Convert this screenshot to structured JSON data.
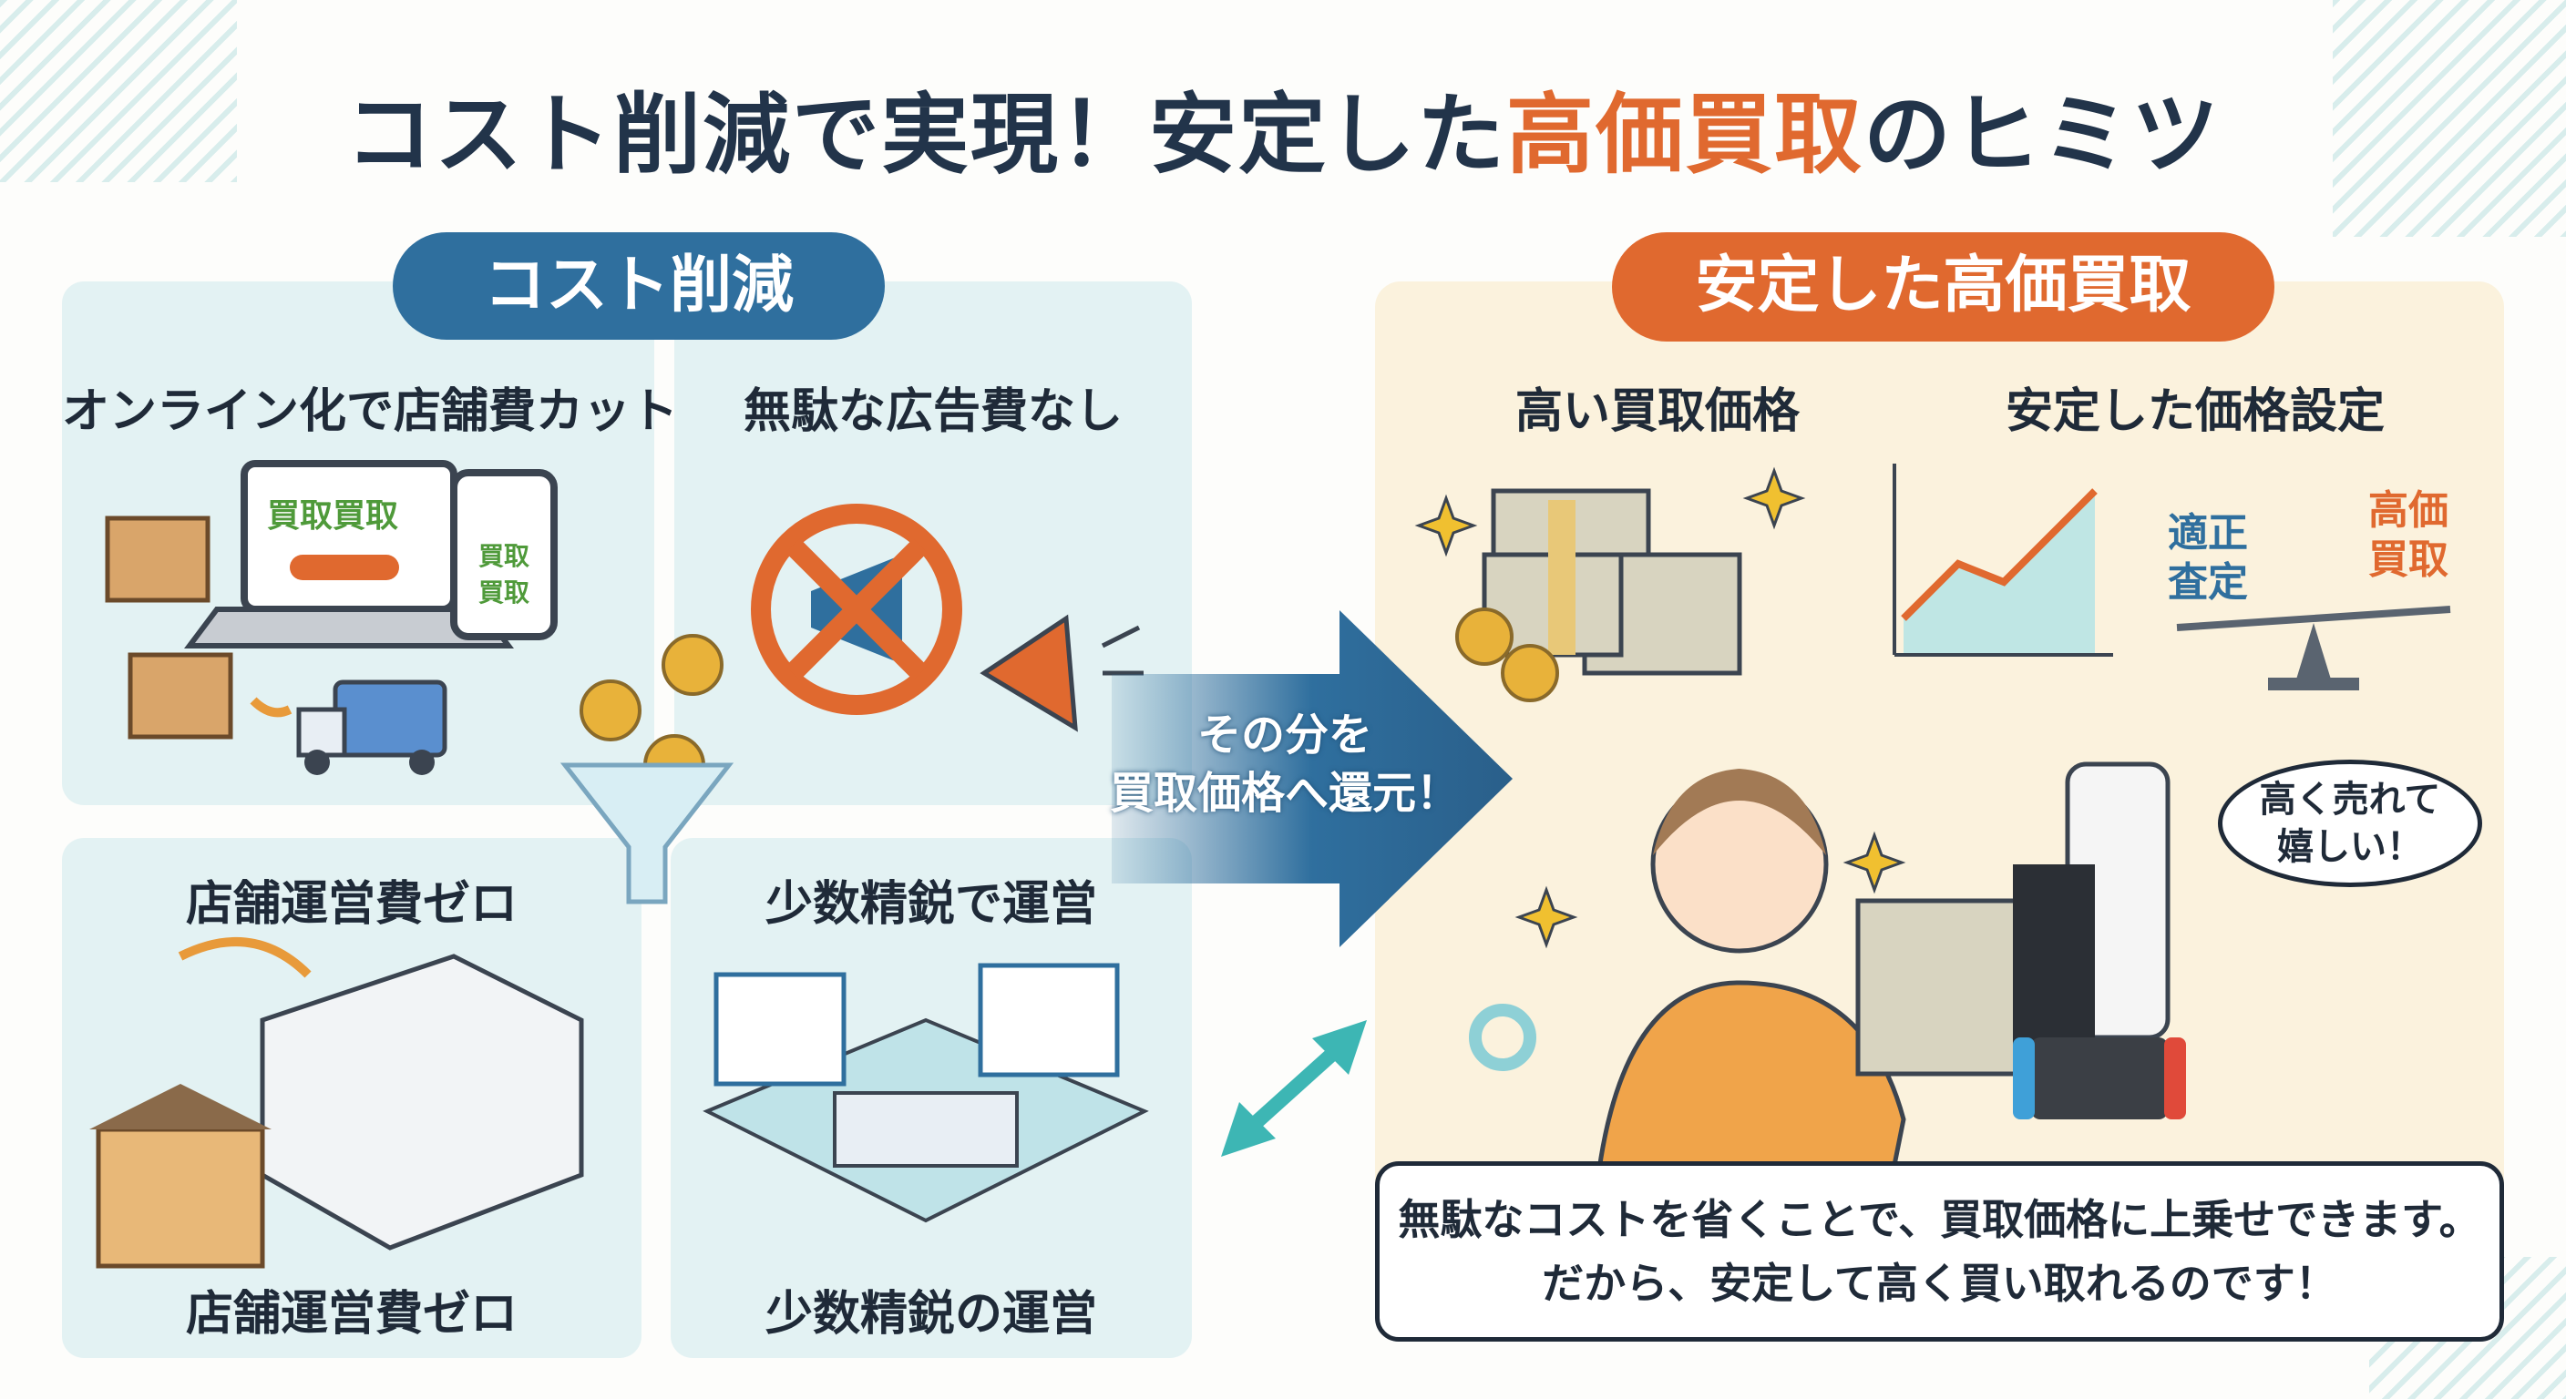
{
  "title": {
    "part1": "コスト削減で実現！安定した",
    "highlight": "高価買取",
    "part2": "のヒミツ"
  },
  "left": {
    "pill": "コスト削減",
    "quads": [
      {
        "label": "オンライン化で店舗費カット",
        "screen_text": "買取買取",
        "phone_text": "買取\n買取"
      },
      {
        "label": "無駄な広告費なし"
      },
      {
        "label_top": "店舗運営費ゼロ",
        "label_bottom": "店舗運営費ゼロ"
      },
      {
        "label_top": "少数精鋭で運営",
        "label_bottom": "少数精鋭の運営"
      }
    ]
  },
  "arrow": {
    "line1": "その分を",
    "line2": "買取価格へ還元！"
  },
  "right": {
    "pill": "安定した高価買取",
    "sub1": "高い買取価格",
    "sub2": "安定した価格設定",
    "balance_left": "適正\n査定",
    "balance_right": "高価\n買取",
    "speech": "高く売れて\n嬉しい！",
    "message_line1": "無駄なコストを省くことで、買取価格に上乗せできます。",
    "message_line2": "だから、安定して高く買い取れるのです！"
  },
  "colors": {
    "blue": "#2f6f9e",
    "orange": "#e0692f",
    "teal": "#e3f2f3",
    "cream": "#fbf2dd",
    "green": "#4f9a3a"
  }
}
